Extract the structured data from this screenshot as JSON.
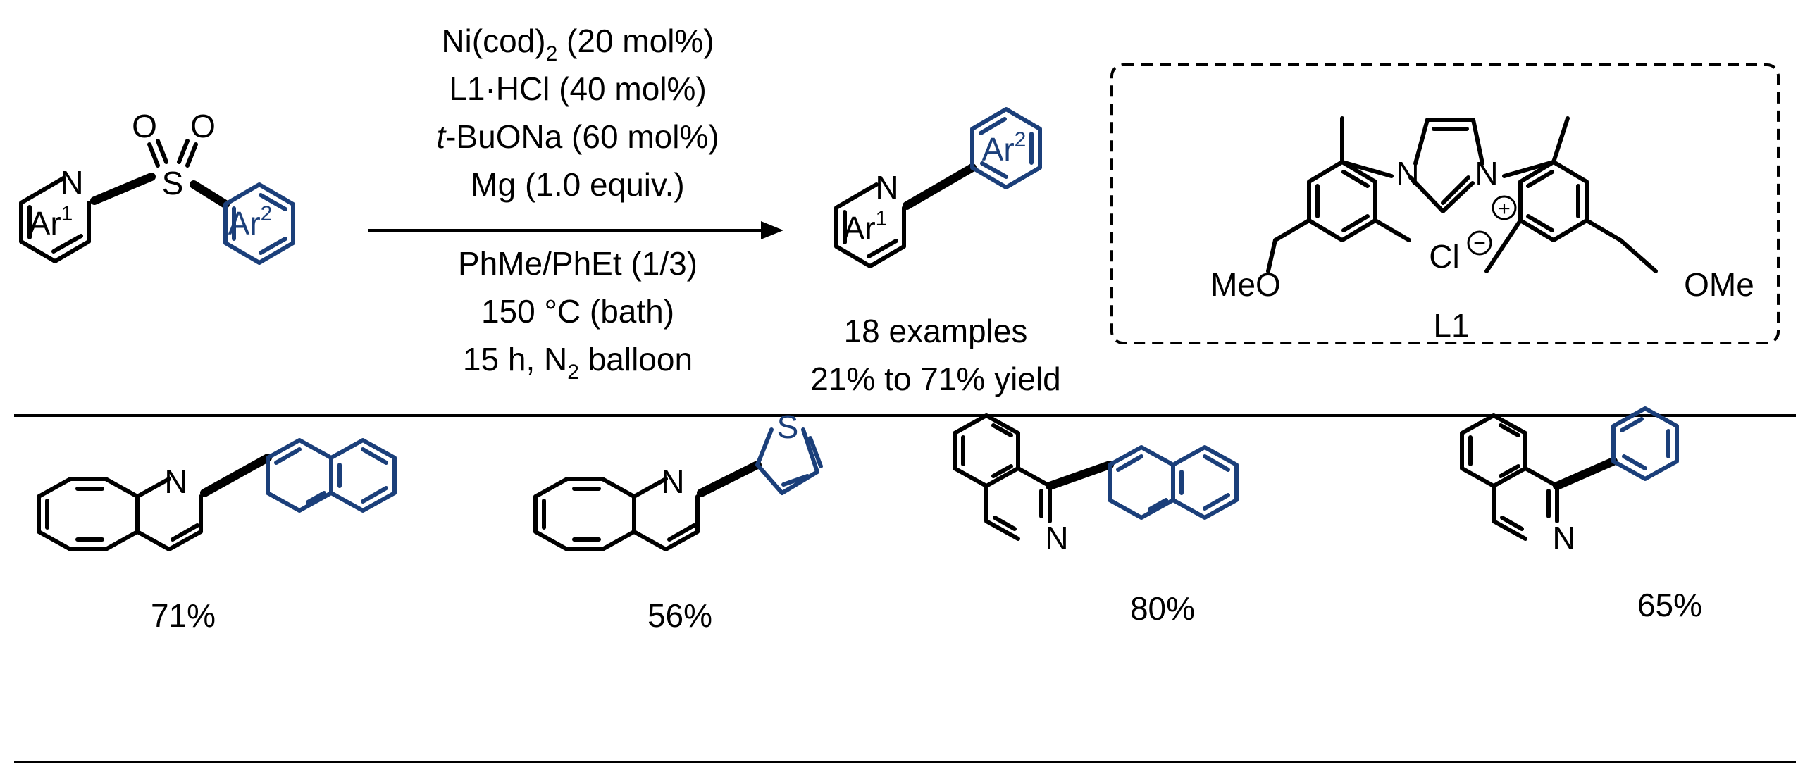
{
  "reaction": {
    "reagents_above": [
      {
        "main": "Ni(cod)",
        "sub": "2",
        "tail": " (20 mol%)"
      },
      {
        "text": "L1·HCl (40 mol%)"
      },
      {
        "italic": "t",
        "text": "-BuONa (60 mol%)"
      },
      {
        "text": "Mg (1.0 equiv.)"
      }
    ],
    "conditions_below": [
      {
        "text": "PhMe/PhEt (1/3)"
      },
      {
        "text": "150 °C (bath)"
      },
      {
        "main": "15 h, N",
        "sub": "2",
        "tail": " balloon"
      }
    ],
    "product_summary": [
      "18 examples",
      "21% to 71% yield"
    ]
  },
  "atoms": {
    "N": "N",
    "S": "S",
    "O": "O",
    "Cl": "Cl",
    "Ar": "Ar",
    "sup1": "1",
    "sup2": "2",
    "MeO": "MeO",
    "OMe": "OMe",
    "minus": "−",
    "plus": "+"
  },
  "ligand": {
    "label": "L1"
  },
  "examples": [
    {
      "yield": "71%"
    },
    {
      "yield": "56%"
    },
    {
      "yield": "80%"
    },
    {
      "yield": "65%"
    }
  ],
  "colors": {
    "ink": "#000000",
    "accent": "#1b3f7a",
    "background": "#ffffff"
  }
}
